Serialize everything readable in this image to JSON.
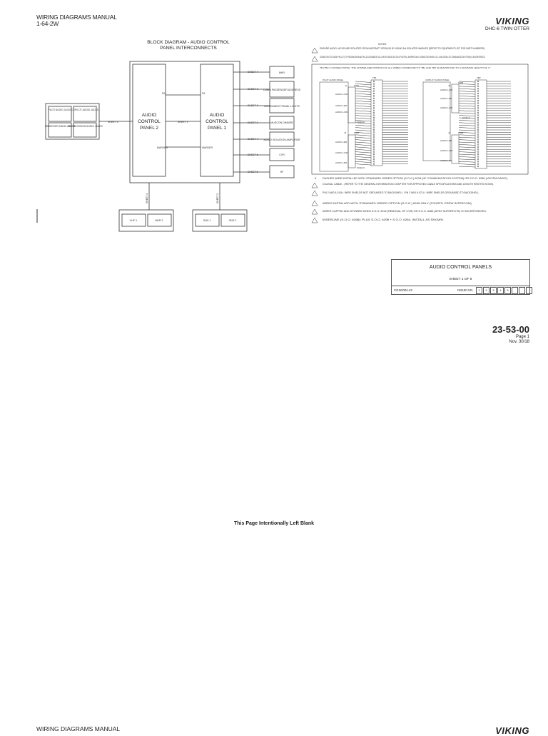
{
  "header": {
    "manual": "WIRING DIAGRAMS MANUAL",
    "doc_no": "1-64-2W",
    "brand": "VIKING",
    "aircraft": "DHC-6 TWIN OTTER"
  },
  "block": {
    "title_line1": "BLOCK DIAGRAM - AUDIO CONTROL",
    "title_line2": "PANEL INTERCONNECTS",
    "jacks": [
      "PILOT AUDIO JACKS",
      "COPILOT AUDIO JACKS",
      "OBSERVER AUDIO JACKS",
      "4TH PROVISION AUDIO JACKS"
    ],
    "acp2": [
      "AUDIO",
      "CONTROL",
      "PANEL 2"
    ],
    "acp1": [
      "AUDIO",
      "CONTROL",
      "PANEL 1"
    ],
    "sheet2": "SHEET 2",
    "sheet3": "SHEET 3",
    "sheet4": "SHEET 4",
    "sheet5": "SHEET 5",
    "sheet6": "SHEET 6",
    "pa": "PA",
    "marker": "MARKER",
    "devices": [
      "MKR",
      "CABIN PASSENGER ADDRESS",
      "INSTRUMENT PANEL LIGHTS",
      "MUSCON DIMMER",
      "AUDIO ISOLATION AMPLIFIER",
      "CVR",
      "HF"
    ],
    "device_sheets": [
      "SHEET 4",
      "SHEET 3",
      "SHEET 2",
      "SHEET 2",
      "SHEET 4",
      "SHEET 6",
      "SHEET 5"
    ],
    "bottom": [
      "VHF-1",
      "MKR 2",
      "GNS 1",
      "GNS 2"
    ],
    "bottom_sheets": [
      "SHEET 4",
      "SHEET 3"
    ]
  },
  "notes": {
    "heading": "NOTES",
    "top": [
      "ENSURE AUDIO JACKS ARE ISOLATED FROM AIRCRAFT GROUND BY USING AN ISOLATED WASHER (REFER TO EQUIPMENT LIST FOR PART NUMBERS).",
      "CONNECTING TEL MODE PIN (J2-7) TO PROGRAM GROUND PIN (J2-33) ENABLES FULL DUPLEX MODE ON COM 3 POSITION. JUMPERS ONLY CONNECTED WHEN S.O.O. 6245 (SATELLITE COMMUNICATION SYSTEM) IS INCORPORATED."
    ],
    "box": "TB (TB2-2 CONNECTIONS): THE UNSHIELDED PORTION OF ALL WIRES CONNECTED TO TB1 AND TB2 IS RESTRICTED TO A MAXIMUM LENGTH OF 3\".",
    "bottom": [
      "DASHED WIRE INSTALLED WITH STANDARD ORDER OPTION (S.O.O.) 6218 (HF COMMUNICATION SYSTEM) OR S.O.O. 6286 (VHF/FM RADIO).",
      "COAXIAL CABLE - (REFER TO THE GENERAL INFORMATION CHAPTER FOR APPROVED CABLE SPECIFICATIONS AND LENGTH RESTRICTIONS).",
      "P/N 2 M00 6-0116 : WIRE SHIELDS NOT GROUNDED TO BACKSHELL. P/N 2 M00 6-0714 : WIRE SHIELDS GROUNDED TO BACKSHELL.",
      "WIRES INSTALLED WITH STANDARD ORDER OPTION (S.O.O.) 6248 ONLY (FOURTH CREW INTERCOM).",
      "WIRES CAPPED AND STOWED WHEN S.O.O. 6242 (REMOVAL OF CVR) OR S.O.O. 6286 (APEX SUPERFLITE) IS INCORPORATED.",
      "INSERLINE (S.O.O. 6268): PLUS S.O.O. 6298 + S.O.O. 6264, INSTALL AS SHOWN."
    ]
  },
  "schem": {
    "left_title": "PILOT AUDIO PANEL",
    "right_title": "COPILOT AUDIO PANEL",
    "j1": "J1",
    "j2": "J2",
    "p326": "P326",
    "p327": "P327",
    "p328": "P328",
    "p329": "P329",
    "tb1": "TB1",
    "tb2": "TB2",
    "audio_lo": "AUDIO LO/R",
    "audio_hi": "AUDIO HI/R",
    "gnd": "GND",
    "shield": "SHIELD"
  },
  "titleblock": {
    "title": "AUDIO CONTROL PANELS",
    "sheet": "SHEET 1 OF 6",
    "number": "CGN1004-43",
    "issue_label": "ISSUE NO.",
    "issues": [
      "1",
      "2",
      "3",
      "4",
      "5"
    ]
  },
  "page": {
    "code": "23-53-00",
    "page": "Page 1",
    "date": "Nov. 30/18"
  },
  "blank_text": "This Page Intentionally Left Blank",
  "footer": {
    "manual": "WIRING DIAGRAMS MANUAL",
    "brand": "VIKING"
  }
}
